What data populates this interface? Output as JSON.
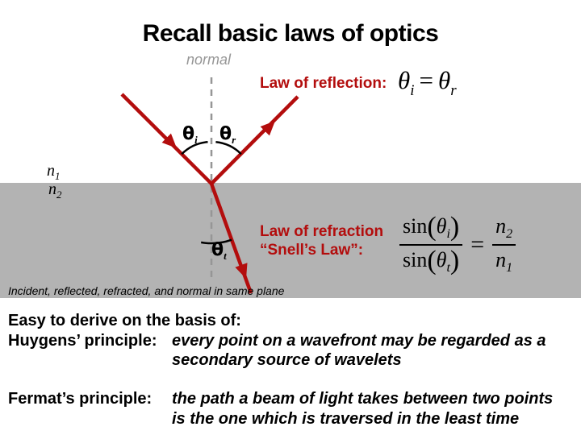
{
  "title": "Recall basic laws of optics",
  "colors": {
    "ray_red": "#b30d0d",
    "label_red": "#b30d0d",
    "medium_gray": "#b3b3b3",
    "normal_gray": "#969696",
    "ink": "#000000"
  },
  "diagram": {
    "normal_label": "normal",
    "theta_i": {
      "sym": "θ",
      "sub": "i"
    },
    "theta_r": {
      "sym": "θ",
      "sub": "r"
    },
    "theta_t": {
      "sym": "θ",
      "sub": "t"
    },
    "n1": {
      "sym": "n",
      "sub": "1"
    },
    "n2": {
      "sym": "n",
      "sub": "2"
    },
    "caption": "Incident, reflected, refracted, and normal in same plane"
  },
  "reflection": {
    "label": "Law of reflection:",
    "eq": {
      "lhs_sym": "θ",
      "lhs_sub": "i",
      "equals": "=",
      "rhs_sym": "θ",
      "rhs_sub": "r"
    }
  },
  "refraction": {
    "label_line1": "Law of refraction",
    "label_line2": "“Snell’s Law”:",
    "eq": {
      "num_fn": "sin",
      "num_open": "(",
      "num_sym": "θ",
      "num_sub": "i",
      "num_close": ")",
      "den_fn": "sin",
      "den_open": "(",
      "den_sym": "θ",
      "den_sub": "t",
      "den_close": ")",
      "equals": "=",
      "rhs_num_sym": "n",
      "rhs_num_sub": "2",
      "rhs_den_sym": "n",
      "rhs_den_sub": "1"
    }
  },
  "notes": {
    "intro": "Easy to derive on the basis of:",
    "principles": [
      {
        "label": "Huygens’ principle:",
        "lines": [
          "every point on a wavefront may be regarded as a",
          "secondary source of wavelets"
        ]
      },
      {
        "label": "Fermat’s principle:",
        "lines": [
          "the path a beam of light takes between two points",
          "is the one which is traversed in the least time"
        ]
      }
    ]
  }
}
